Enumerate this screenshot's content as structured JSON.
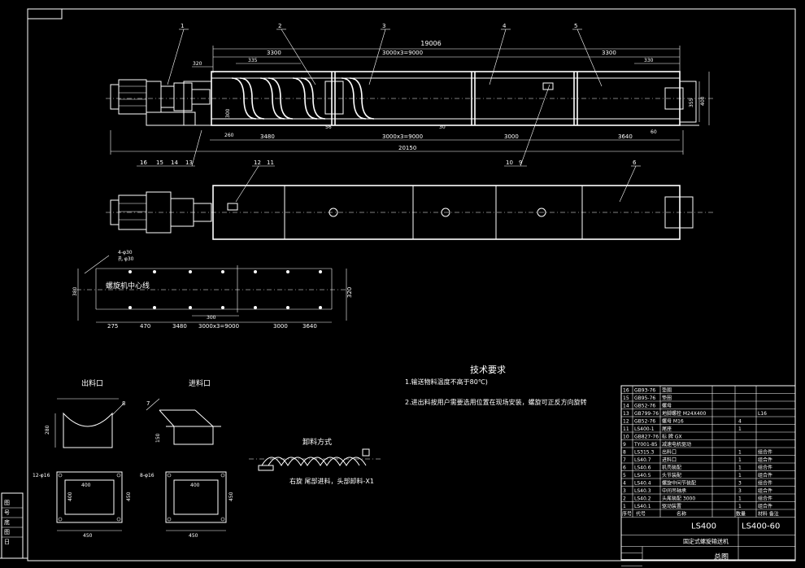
{
  "main_view": {
    "dims_top": {
      "overall": "19006",
      "left": "3300",
      "middle": "3000x3=9000",
      "right": "3300",
      "d335": "335",
      "d320": "320",
      "d330": "330"
    },
    "dims_bottom": {
      "overall": "20150",
      "d3480": "3480",
      "d9000": "3000x3=9000",
      "d3000": "3000",
      "d3640": "3640",
      "d60": "60"
    },
    "dims_side": {
      "d400": "400",
      "d355": "355",
      "d300": "300",
      "d260": "260",
      "d56": "56",
      "d30": "30"
    },
    "balloons_top": [
      "1",
      "2",
      "3",
      "4",
      "5"
    ],
    "balloons_bottom": [
      "16",
      "15",
      "14",
      "13",
      "12",
      "11",
      "10",
      "9",
      "6"
    ]
  },
  "foundation": {
    "center_label": "螺旋机中心线",
    "bolt_note": "4-φ30",
    "bolt_note2": "孔 φ30",
    "dims": {
      "d275": "275",
      "d470": "470",
      "d3480": "3480",
      "d9000": "3000x3=9000",
      "d3000": "3000",
      "d3640": "3640",
      "d320": "320",
      "d380": "380",
      "d300": "300"
    }
  },
  "requirements": {
    "title": "技术要求",
    "items": [
      "1.输送物料温度不高于80℃)",
      "2.进出料按用户需要选用位置在现场安装，螺旋可正反方向旋转"
    ]
  },
  "details": {
    "outlet_title": "出料口",
    "inlet_title": "进料口",
    "feed_title": "卸料方式",
    "feed_caption": "右旋 尾部进料，头部卸料-X1",
    "outlet_dims": {
      "h": "280",
      "d450": "450",
      "d400": "400"
    },
    "inlet_dims": {
      "h": "150",
      "d450": "450",
      "d400": "400"
    },
    "outlet_balloon": "8",
    "inlet_balloon": "7",
    "note_hole1": "12-φ16",
    "note_hole2": "8-φ16"
  },
  "bom": {
    "rows": [
      {
        "no": "16",
        "code": "GB93-76",
        "name": "垫圈",
        "qty": "",
        "mat": ""
      },
      {
        "no": "15",
        "code": "GB95-76",
        "name": "垫圈",
        "qty": "",
        "mat": ""
      },
      {
        "no": "14",
        "code": "GB52-76",
        "name": "螺母",
        "qty": "",
        "mat": ""
      },
      {
        "no": "13",
        "code": "GB799-76",
        "name": "地脚螺栓 M24X400",
        "qty": "",
        "mat": "L16"
      },
      {
        "no": "12",
        "code": "GB52-76",
        "name": "螺母 M16",
        "qty": "4",
        "mat": ""
      },
      {
        "no": "11",
        "code": "LS400-1",
        "name": "尾座",
        "qty": "1",
        "mat": ""
      },
      {
        "no": "10",
        "code": "GB827-76",
        "name": "标 牌 GX",
        "qty": "",
        "mat": ""
      },
      {
        "no": "9",
        "code": "TY001-85",
        "name": "减速电机驱动",
        "qty": "",
        "mat": ""
      },
      {
        "no": "8",
        "code": "LS315.3",
        "name": "出料口",
        "qty": "1",
        "mat": "组合件"
      },
      {
        "no": "7",
        "code": "LS40.7",
        "name": "进料口",
        "qty": "1",
        "mat": "组合件"
      },
      {
        "no": "6",
        "code": "LS40.6",
        "name": "机壳装配",
        "qty": "1",
        "mat": "组合件"
      },
      {
        "no": "5",
        "code": "LS40.5",
        "name": "头节装配",
        "qty": "1",
        "mat": "组合件"
      },
      {
        "no": "4",
        "code": "LS40.4",
        "name": "螺旋中间节装配",
        "qty": "3",
        "mat": "组合件"
      },
      {
        "no": "3",
        "code": "LS40.3",
        "name": "中间吊轴承",
        "qty": "3",
        "mat": "组合件"
      },
      {
        "no": "2",
        "code": "LS40.2",
        "name": "头尾装配 3000",
        "qty": "1",
        "mat": "组合件"
      },
      {
        "no": "1",
        "code": "LS40.1",
        "name": "驱动装置",
        "qty": "1",
        "mat": "组合件"
      }
    ],
    "header": {
      "no": "序号",
      "code": "代号",
      "name": "名称",
      "qty": "数量",
      "mat": "材料 备注"
    },
    "model": "LS400",
    "drawing_no": "LS400-60",
    "product_name": "固定式螺旋输送机",
    "sheet_title": "总图"
  },
  "left_stamp": [
    "图",
    "号",
    "底",
    "图",
    "日"
  ]
}
